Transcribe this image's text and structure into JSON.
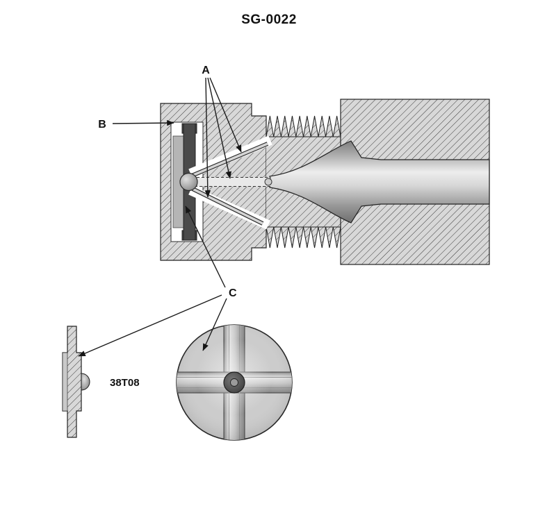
{
  "figure": {
    "title": "SG-0022",
    "part_label": "38T08",
    "callouts": {
      "a": "A",
      "b": "B",
      "c": "C"
    }
  },
  "colors": {
    "ink": "#111111",
    "outline": "#222222",
    "hatch_fill": "#d8d8d8",
    "dark_part": "#4a4a4a",
    "metal_light": "#ededed",
    "metal_dark": "#6f6f6f"
  }
}
